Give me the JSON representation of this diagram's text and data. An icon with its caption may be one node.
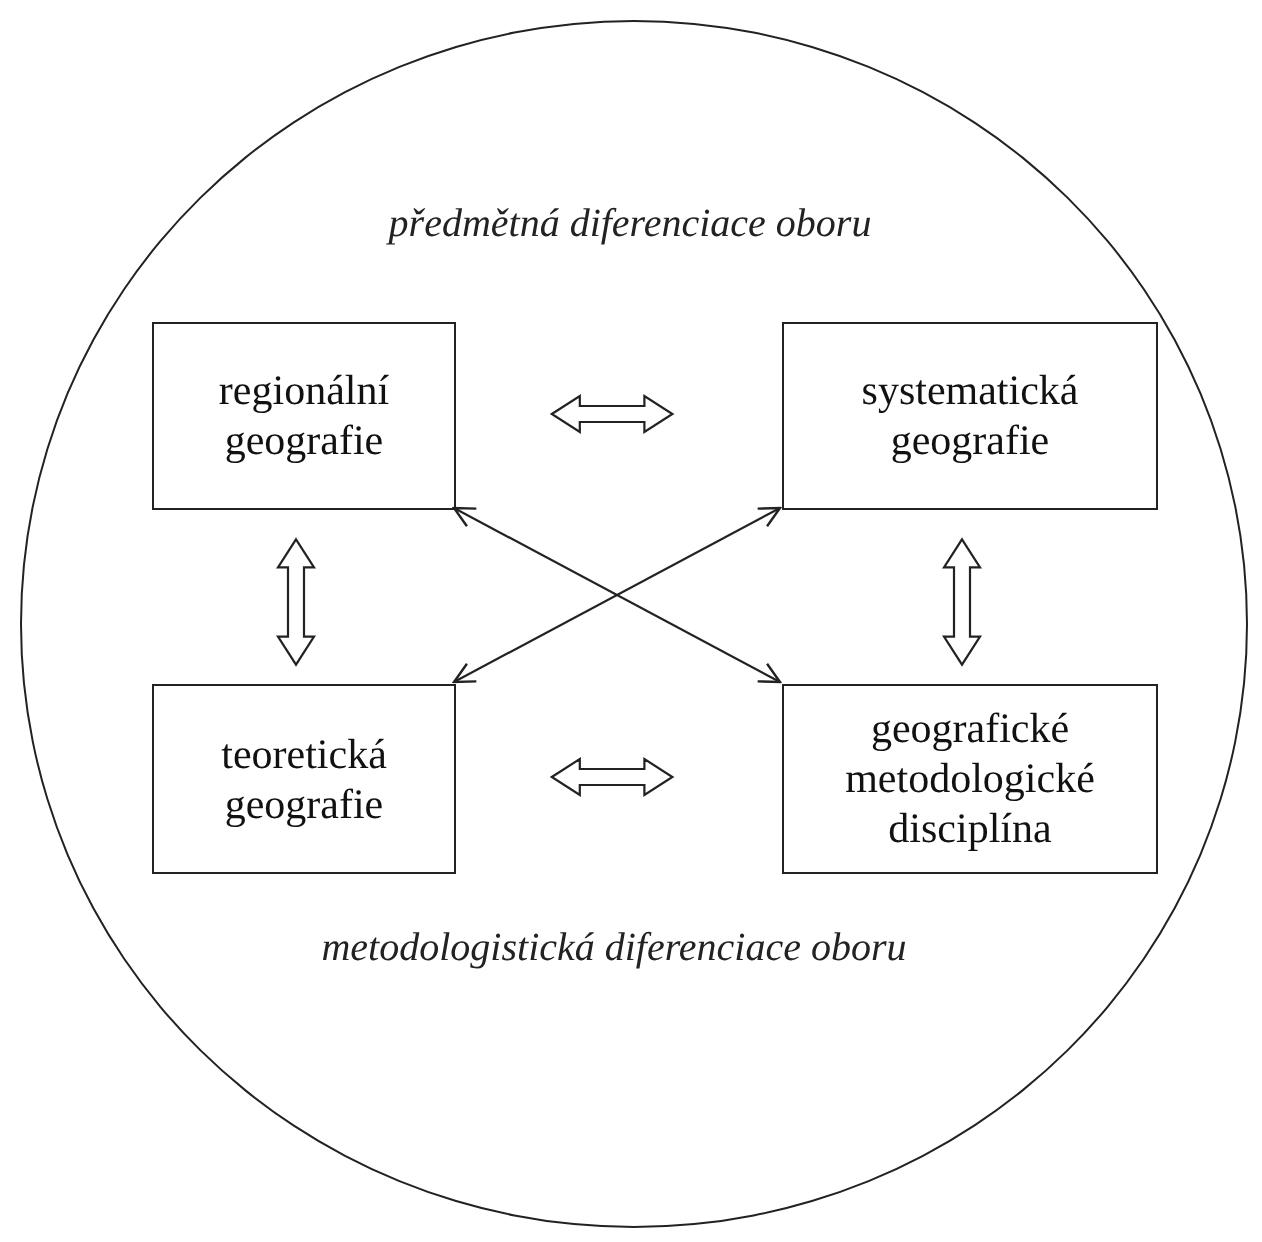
{
  "diagram": {
    "nodes": [
      {
        "text": [],
        "shape": "circle"
      },
      {
        "text": [
          "regionální geografie"
        ],
        "in": 0
      },
      {
        "text": [
          "systematická geografie"
        ],
        "in": 0
      },
      {
        "text": [
          "teoretická geografie"
        ],
        "in": 0
      },
      {
        "text": [
          "geografické metodologické disciplína"
        ],
        "in": 0
      }
    ],
    "edges": [
      {
        "from": 1,
        "to": 2,
        "arrow": "both",
        "style": "thick"
      },
      {
        "from": 1,
        "to": 3,
        "arrow": "both",
        "style": "thick"
      },
      {
        "from": 2,
        "to": 4,
        "arrow": "both",
        "style": "thick"
      },
      {
        "from": 3,
        "to": 4,
        "arrow": "both",
        "style": "thick"
      },
      {
        "from": 1,
        "to": 4,
        "arrow": "both"
      },
      {
        "from": 2,
        "to": 3,
        "arrow": "both"
      }
    ],
    "labels": [
      "předmětná diferenciace oboru",
      "metodologistická diferenciace oboru"
    ]
  }
}
